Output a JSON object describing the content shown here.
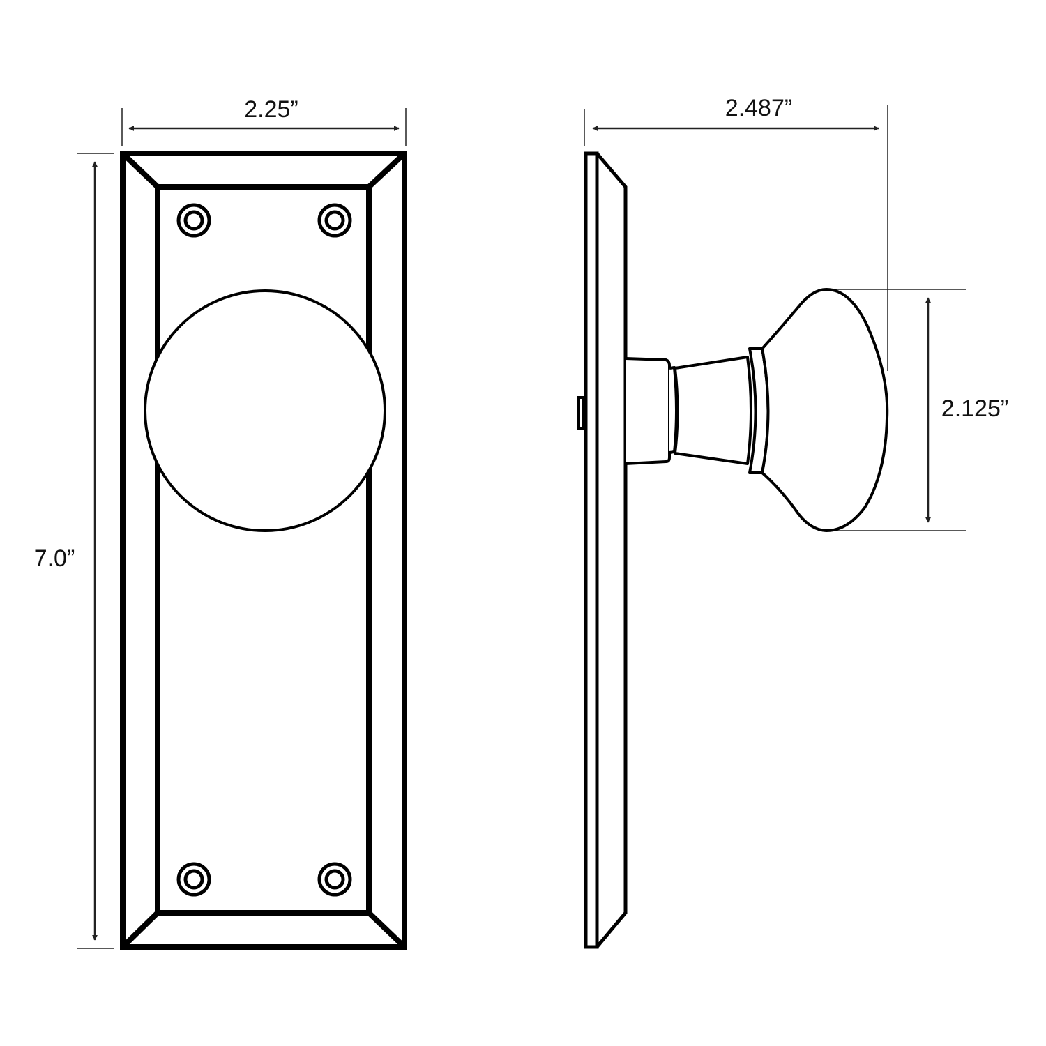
{
  "diagram": {
    "subject": "Door knob with rectangular backplate — front and side views",
    "colors": {
      "stroke": "#000000",
      "dim_line": "#222222",
      "background": "#ffffff"
    },
    "front_view": {
      "width_label": "2.25”",
      "height_label": "7.0”",
      "screw_holes": 4
    },
    "side_view": {
      "depth_label": "2.487”",
      "knob_diameter_label": "2.125”"
    }
  }
}
